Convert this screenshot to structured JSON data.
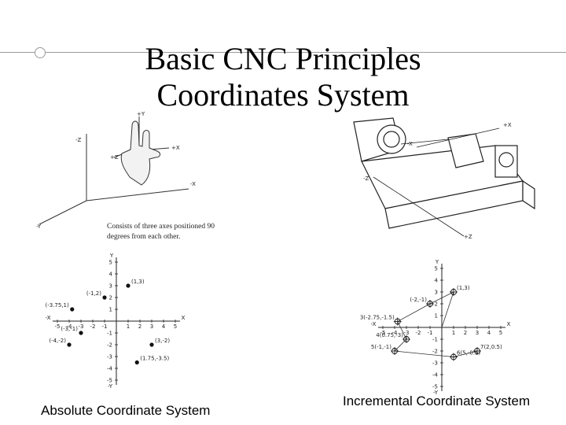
{
  "slide": {
    "title_line1": "Basic CNC Principles",
    "title_line2": "Coordinates System"
  },
  "hand_figure": {
    "note_line1": "Consists of three axes positioned 90",
    "note_line2": "degrees from each other.",
    "axis_labels": [
      "+Y",
      "+Z",
      "+X",
      "-Z",
      "-X",
      "-Y"
    ]
  },
  "lathe_figure": {
    "axis_labels": [
      "+X",
      "-X",
      "-Z",
      "+Z"
    ]
  },
  "absolute_plot": {
    "axis_x": "X",
    "axis_neg_x": "-X",
    "axis_y": "Y",
    "axis_neg_y": "-Y",
    "x_ticks": [
      "-5",
      "-4",
      "-3",
      "-2",
      "-1",
      "1",
      "2",
      "3",
      "4",
      "5"
    ],
    "y_ticks": [
      "5",
      "4",
      "3",
      "2",
      "1",
      "-1",
      "-2",
      "-3",
      "-4",
      "-5"
    ],
    "points": [
      {
        "label": "(-1,2)",
        "x": -1,
        "y": 2
      },
      {
        "label": "(1,3)",
        "x": 1,
        "y": 3
      },
      {
        "label": "(-3.75,1)",
        "x": -3.75,
        "y": 1
      },
      {
        "label": "(-3,-1)",
        "x": -3,
        "y": -1
      },
      {
        "label": "(-4,-2)",
        "x": -4,
        "y": -2
      },
      {
        "label": "(1.75,-3.5)",
        "x": 1.75,
        "y": -3.5
      },
      {
        "label": "(3,-2)",
        "x": 3,
        "y": -2
      }
    ],
    "caption": "Absolute Coordinate System"
  },
  "incremental_plot": {
    "axis_x": "X",
    "axis_neg_x": "-X",
    "axis_y": "Y",
    "axis_neg_y": "-Y",
    "x_ticks": [
      "-5",
      "-4",
      "-3",
      "-2",
      "-1",
      "1",
      "2",
      "3",
      "4",
      "5"
    ],
    "y_ticks": [
      "5",
      "4",
      "3",
      "2",
      "1",
      "-1",
      "-2",
      "-3",
      "-4",
      "-5"
    ],
    "points": [
      {
        "label": "(1,3)",
        "x": 1,
        "y": 3
      },
      {
        "label": "(-2,-1)",
        "x": -1,
        "y": 2
      },
      {
        "label": "3(-2.75,-1.5)",
        "x": -3.75,
        "y": 0.5
      },
      {
        "label": "4(0.75,-3)",
        "x": -3,
        "y": -1
      },
      {
        "label": "5(-1,-1)",
        "x": -4,
        "y": -2
      },
      {
        "label": "6(5,-0.5)",
        "x": 1,
        "y": -2.5
      },
      {
        "label": "7(2,0.5)",
        "x": 3,
        "y": -2
      }
    ],
    "caption": "Incremental Coordinate System"
  }
}
